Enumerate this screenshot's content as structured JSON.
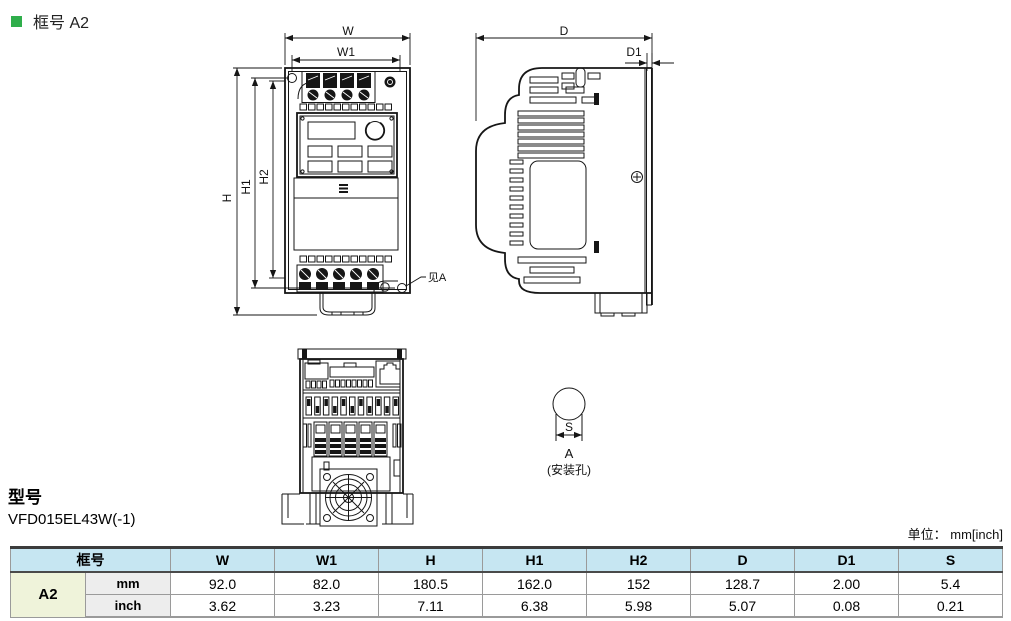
{
  "header": {
    "title": "框号 A2"
  },
  "colors": {
    "bullet_green": "#2fae4b",
    "table_header_bg": "#c6e6f2",
    "frame_cell_bg": "#eff3da",
    "unit_cell_bg": "#ededed"
  },
  "front_view": {
    "dims": {
      "w": "W",
      "w1": "W1",
      "h": "H",
      "h1": "H1",
      "h2": "H2"
    },
    "callout": "见A"
  },
  "side_view": {
    "dims": {
      "d": "D",
      "d1": "D1"
    }
  },
  "hole_detail": {
    "dim_s": "S",
    "label_a": "A",
    "label_hole": "(安装孔)"
  },
  "model": {
    "heading": "型号",
    "value": "VFD015EL43W(-1)"
  },
  "table": {
    "unit_note": "单位： mm[inch]",
    "col_frame": "框号",
    "columns": [
      "W",
      "W1",
      "H",
      "H1",
      "H2",
      "D",
      "D1",
      "S"
    ],
    "frame": "A2",
    "rows": [
      {
        "unit": "mm",
        "values": [
          "92.0",
          "82.0",
          "180.5",
          "162.0",
          "152",
          "128.7",
          "2.00",
          "5.4"
        ]
      },
      {
        "unit": "inch",
        "values": [
          "3.62",
          "3.23",
          "7.11",
          "6.38",
          "5.98",
          "5.07",
          "0.08",
          "0.21"
        ]
      }
    ]
  }
}
